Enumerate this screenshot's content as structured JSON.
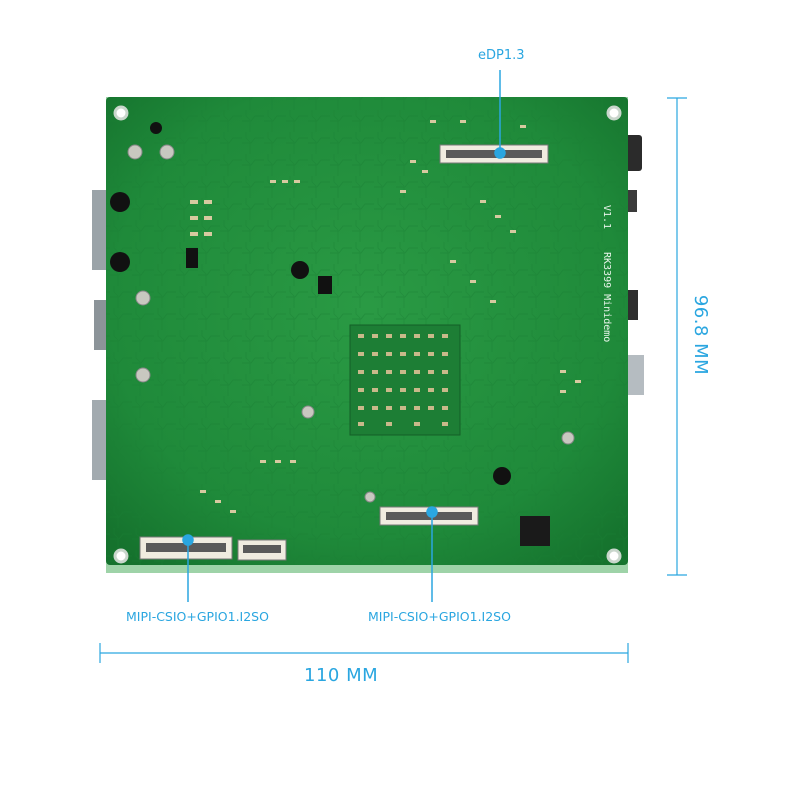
{
  "annotations": {
    "edp_connector": "eDP1.3",
    "mipi_connector_left": "MIPI-CSIO+GPIO1.I2SO",
    "mipi_connector_right": "MIPI-CSIO+GPIO1.I2SO",
    "board_width": "110 MM",
    "board_height": "96.8 MM"
  },
  "silkscreen": {
    "model": "RK3399 Minidemo",
    "version": "V1.1"
  },
  "colors": {
    "board": "#1f8a3a",
    "board_dark": "#136a2a",
    "annotation": "#2aa6e0",
    "background": "#ffffff"
  }
}
